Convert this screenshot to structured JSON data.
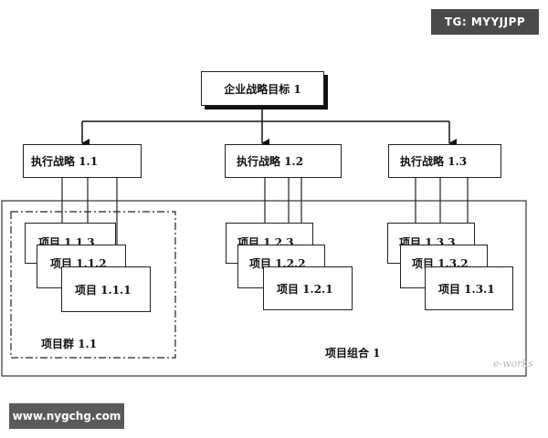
{
  "watermark_top": "TG: MYYJJPP",
  "watermark_bottom": "www.nygchg.com",
  "logo_text": "e-works",
  "goal": "企业战略目标 1",
  "strategies": [
    "执行战略 1.1",
    "执行战略 1.2",
    "执行战略 1.3"
  ],
  "projects": {
    "s1": [
      "项目 1.1.3",
      "项目 1.1.2",
      "项目 1.1.1"
    ],
    "s2": [
      "项目 1.2.3",
      "项目 1.2.2",
      "项目 1.2.1"
    ],
    "s3": [
      "项目 1.3.3",
      "项目 1.3.2",
      "项目 1.3.1"
    ]
  },
  "program_label": "项目群 1.1",
  "portfolio_label": "项目组合 1"
}
